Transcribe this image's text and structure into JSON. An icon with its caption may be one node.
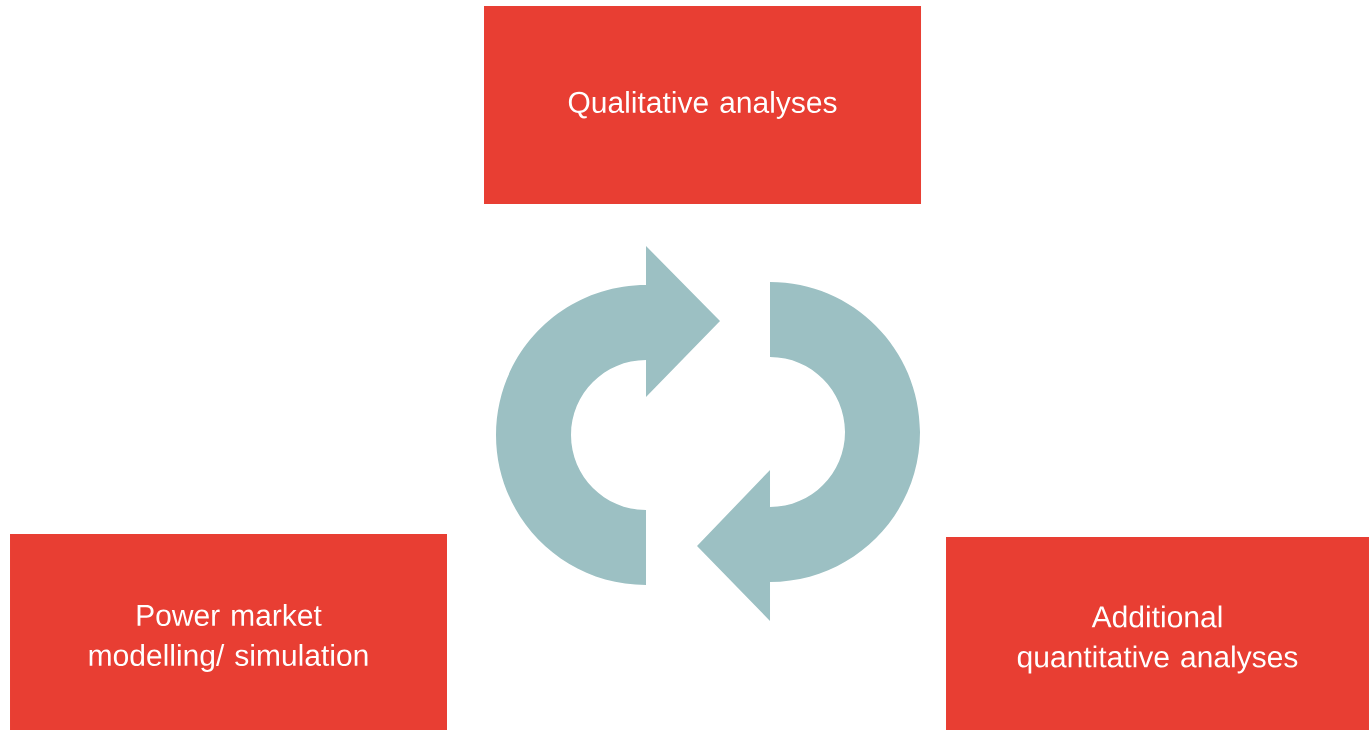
{
  "diagram": {
    "nodes": [
      {
        "text": [
          "Qualitative analyses"
        ]
      },
      {
        "text": [
          "Power market modelling/ simulation"
        ]
      },
      {
        "text": [
          "Additional quantitative analyses"
        ]
      }
    ]
  }
}
